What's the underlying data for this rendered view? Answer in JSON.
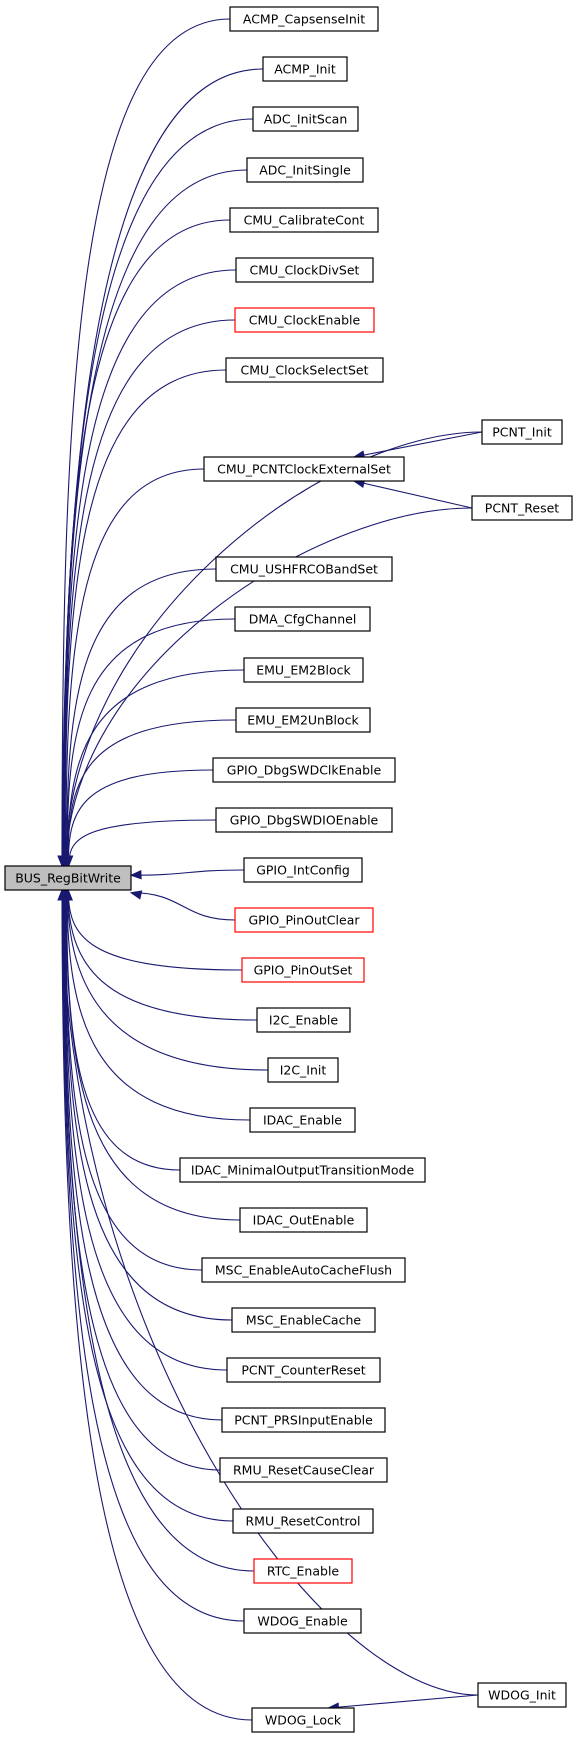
{
  "graph": {
    "type": "caller-graph",
    "colors": {
      "edge": "#191970",
      "node_border": "#000000",
      "node_border_highlight": "#ff0000",
      "root_fill": "#bfbfbf",
      "node_fill": "#ffffff"
    },
    "root": {
      "id": "BUS_RegBitWrite",
      "label": "BUS_RegBitWrite"
    },
    "nodes": [
      {
        "id": "ACMP_CapsenseInit",
        "label": "ACMP_CapsenseInit",
        "highlight": false
      },
      {
        "id": "ACMP_Init",
        "label": "ACMP_Init",
        "highlight": false
      },
      {
        "id": "ADC_InitScan",
        "label": "ADC_InitScan",
        "highlight": false
      },
      {
        "id": "ADC_InitSingle",
        "label": "ADC_InitSingle",
        "highlight": false
      },
      {
        "id": "CMU_CalibrateCont",
        "label": "CMU_CalibrateCont",
        "highlight": false
      },
      {
        "id": "CMU_ClockDivSet",
        "label": "CMU_ClockDivSet",
        "highlight": false
      },
      {
        "id": "CMU_ClockEnable",
        "label": "CMU_ClockEnable",
        "highlight": true
      },
      {
        "id": "CMU_ClockSelectSet",
        "label": "CMU_ClockSelectSet",
        "highlight": false
      },
      {
        "id": "PCNT_Init",
        "label": "PCNT_Init",
        "highlight": false
      },
      {
        "id": "CMU_PCNTClockExternalSet",
        "label": "CMU_PCNTClockExternalSet",
        "highlight": false
      },
      {
        "id": "PCNT_Reset",
        "label": "PCNT_Reset",
        "highlight": false
      },
      {
        "id": "CMU_USHFRCOBandSet",
        "label": "CMU_USHFRCOBandSet",
        "highlight": false
      },
      {
        "id": "DMA_CfgChannel",
        "label": "DMA_CfgChannel",
        "highlight": false
      },
      {
        "id": "EMU_EM2Block",
        "label": "EMU_EM2Block",
        "highlight": false
      },
      {
        "id": "EMU_EM2UnBlock",
        "label": "EMU_EM2UnBlock",
        "highlight": false
      },
      {
        "id": "GPIO_DbgSWDClkEnable",
        "label": "GPIO_DbgSWDClkEnable",
        "highlight": false
      },
      {
        "id": "GPIO_DbgSWDIOEnable",
        "label": "GPIO_DbgSWDIOEnable",
        "highlight": false
      },
      {
        "id": "GPIO_IntConfig",
        "label": "GPIO_IntConfig",
        "highlight": false
      },
      {
        "id": "GPIO_PinOutClear",
        "label": "GPIO_PinOutClear",
        "highlight": true
      },
      {
        "id": "GPIO_PinOutSet",
        "label": "GPIO_PinOutSet",
        "highlight": true
      },
      {
        "id": "I2C_Enable",
        "label": "I2C_Enable",
        "highlight": false
      },
      {
        "id": "I2C_Init",
        "label": "I2C_Init",
        "highlight": false
      },
      {
        "id": "IDAC_Enable",
        "label": "IDAC_Enable",
        "highlight": false
      },
      {
        "id": "IDAC_MinimalOutputTransitionMode",
        "label": "IDAC_MinimalOutputTransitionMode",
        "highlight": false
      },
      {
        "id": "IDAC_OutEnable",
        "label": "IDAC_OutEnable",
        "highlight": false
      },
      {
        "id": "MSC_EnableAutoCacheFlush",
        "label": "MSC_EnableAutoCacheFlush",
        "highlight": false
      },
      {
        "id": "MSC_EnableCache",
        "label": "MSC_EnableCache",
        "highlight": false
      },
      {
        "id": "PCNT_CounterReset",
        "label": "PCNT_CounterReset",
        "highlight": false
      },
      {
        "id": "PCNT_PRSInputEnable",
        "label": "PCNT_PRSInputEnable",
        "highlight": false
      },
      {
        "id": "RMU_ResetCauseClear",
        "label": "RMU_ResetCauseClear",
        "highlight": false
      },
      {
        "id": "RMU_ResetControl",
        "label": "RMU_ResetControl",
        "highlight": false
      },
      {
        "id": "RTC_Enable",
        "label": "RTC_Enable",
        "highlight": true
      },
      {
        "id": "WDOG_Enable",
        "label": "WDOG_Enable",
        "highlight": false
      },
      {
        "id": "WDOG_Init",
        "label": "WDOG_Init",
        "highlight": false
      },
      {
        "id": "WDOG_Lock",
        "label": "WDOG_Lock",
        "highlight": false
      }
    ],
    "edges": [
      {
        "from": "ACMP_CapsenseInit",
        "to": "BUS_RegBitWrite"
      },
      {
        "from": "ACMP_Init",
        "to": "BUS_RegBitWrite"
      },
      {
        "from": "ADC_InitScan",
        "to": "BUS_RegBitWrite"
      },
      {
        "from": "ADC_InitSingle",
        "to": "BUS_RegBitWrite"
      },
      {
        "from": "CMU_CalibrateCont",
        "to": "BUS_RegBitWrite"
      },
      {
        "from": "CMU_ClockDivSet",
        "to": "BUS_RegBitWrite"
      },
      {
        "from": "CMU_ClockEnable",
        "to": "BUS_RegBitWrite"
      },
      {
        "from": "CMU_ClockSelectSet",
        "to": "BUS_RegBitWrite"
      },
      {
        "from": "PCNT_Init",
        "to": "BUS_RegBitWrite"
      },
      {
        "from": "CMU_PCNTClockExternalSet",
        "to": "BUS_RegBitWrite"
      },
      {
        "from": "PCNT_Reset",
        "to": "BUS_RegBitWrite"
      },
      {
        "from": "PCNT_Init",
        "to": "CMU_PCNTClockExternalSet"
      },
      {
        "from": "PCNT_Reset",
        "to": "CMU_PCNTClockExternalSet"
      },
      {
        "from": "CMU_USHFRCOBandSet",
        "to": "BUS_RegBitWrite"
      },
      {
        "from": "DMA_CfgChannel",
        "to": "BUS_RegBitWrite"
      },
      {
        "from": "EMU_EM2Block",
        "to": "BUS_RegBitWrite"
      },
      {
        "from": "EMU_EM2UnBlock",
        "to": "BUS_RegBitWrite"
      },
      {
        "from": "GPIO_DbgSWDClkEnable",
        "to": "BUS_RegBitWrite"
      },
      {
        "from": "GPIO_DbgSWDIOEnable",
        "to": "BUS_RegBitWrite"
      },
      {
        "from": "GPIO_IntConfig",
        "to": "BUS_RegBitWrite"
      },
      {
        "from": "GPIO_PinOutClear",
        "to": "BUS_RegBitWrite"
      },
      {
        "from": "GPIO_PinOutSet",
        "to": "BUS_RegBitWrite"
      },
      {
        "from": "I2C_Enable",
        "to": "BUS_RegBitWrite"
      },
      {
        "from": "I2C_Init",
        "to": "BUS_RegBitWrite"
      },
      {
        "from": "IDAC_Enable",
        "to": "BUS_RegBitWrite"
      },
      {
        "from": "IDAC_MinimalOutputTransitionMode",
        "to": "BUS_RegBitWrite"
      },
      {
        "from": "IDAC_OutEnable",
        "to": "BUS_RegBitWrite"
      },
      {
        "from": "MSC_EnableAutoCacheFlush",
        "to": "BUS_RegBitWrite"
      },
      {
        "from": "MSC_EnableCache",
        "to": "BUS_RegBitWrite"
      },
      {
        "from": "PCNT_CounterReset",
        "to": "BUS_RegBitWrite"
      },
      {
        "from": "PCNT_PRSInputEnable",
        "to": "BUS_RegBitWrite"
      },
      {
        "from": "RMU_ResetCauseClear",
        "to": "BUS_RegBitWrite"
      },
      {
        "from": "RMU_ResetControl",
        "to": "BUS_RegBitWrite"
      },
      {
        "from": "RTC_Enable",
        "to": "BUS_RegBitWrite"
      },
      {
        "from": "WDOG_Enable",
        "to": "BUS_RegBitWrite"
      },
      {
        "from": "WDOG_Init",
        "to": "BUS_RegBitWrite"
      },
      {
        "from": "WDOG_Lock",
        "to": "BUS_RegBitWrite"
      },
      {
        "from": "WDOG_Init",
        "to": "WDOG_Lock"
      }
    ]
  }
}
